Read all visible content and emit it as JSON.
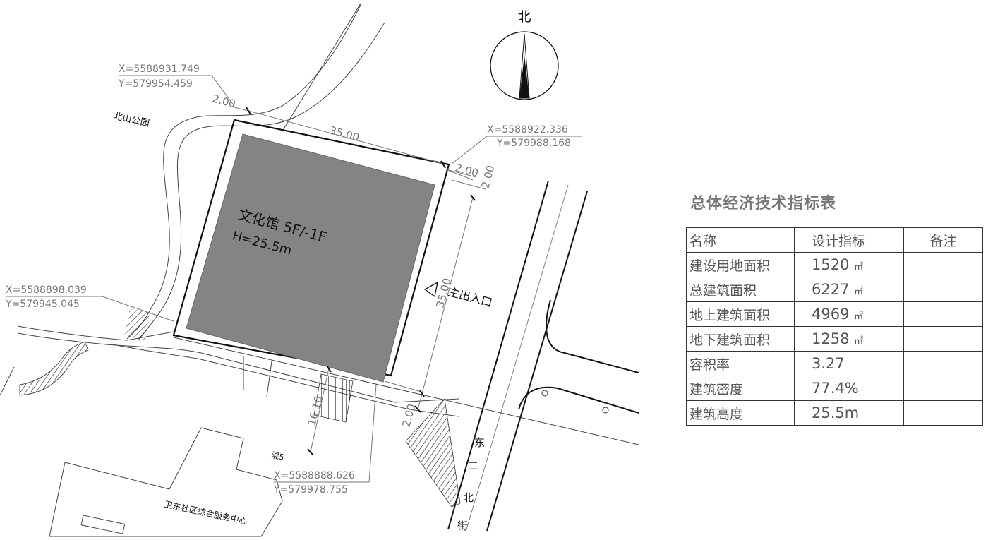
{
  "north_label": "北",
  "labels": {
    "park": "北山公园",
    "building_name": "文化馆 5F/-1F",
    "building_height": "H=25.5m",
    "main_entrance": "主出入口",
    "street_chars": [
      "东",
      "二",
      "北",
      "街"
    ],
    "service_center": "卫东社区综合服务中心",
    "hun5": "混5"
  },
  "coordinates": [
    {
      "x": "X=5588931.749",
      "y": "Y=579954.459"
    },
    {
      "x": "X=5588922.336",
      "y": "Y=579988.168"
    },
    {
      "x": "X=5588898.039",
      "y": "Y=579945.045"
    },
    {
      "x": "X=5588888.626",
      "y": "Y=579978.755"
    }
  ],
  "dimensions": {
    "top_offset": "2.00",
    "top_length": "35.00",
    "right_offset_a": "2.00",
    "right_offset_b": "2.00",
    "right_length": "35.00",
    "bottom_offset": "2.00",
    "setback": "16.10"
  },
  "table": {
    "title": "总体经济技术指标表",
    "headers": [
      "名称",
      "设计指标",
      "备注"
    ],
    "unit": "㎡",
    "rows": [
      {
        "name": "建设用地面积",
        "value": "1520",
        "unit": "㎡",
        "note": ""
      },
      {
        "name": "总建筑面积",
        "value": "6227",
        "unit": "㎡",
        "note": ""
      },
      {
        "name": "地上建筑面积",
        "value": "4969",
        "unit": "㎡",
        "note": ""
      },
      {
        "name": "地下建筑面积",
        "value": "1258",
        "unit": "㎡",
        "note": ""
      },
      {
        "name": "容积率",
        "value": "3.27",
        "unit": "",
        "note": ""
      },
      {
        "name": "建筑密度",
        "value": "77.4%",
        "unit": "",
        "note": ""
      },
      {
        "name": "建筑高度",
        "value": "25.5m",
        "unit": "",
        "note": ""
      }
    ]
  }
}
